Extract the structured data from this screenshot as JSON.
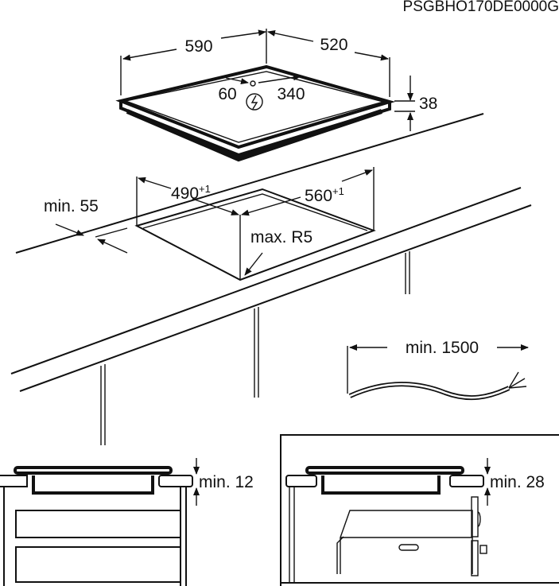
{
  "doc_code": "PSGBHO170DE0000G",
  "hob": {
    "width": "590",
    "depth": "520",
    "thickness": "38",
    "conn_left": "60",
    "conn_right": "340",
    "power_icon": "lightning-circle-icon"
  },
  "cutout": {
    "width": "490",
    "width_tol": "+1",
    "depth": "560",
    "depth_tol": "+1",
    "radius": "max. R5",
    "edge_distance": "min. 55"
  },
  "cable": {
    "length": "min. 1500"
  },
  "clearances": {
    "drawer": "min. 12",
    "oven": "min. 28"
  }
}
